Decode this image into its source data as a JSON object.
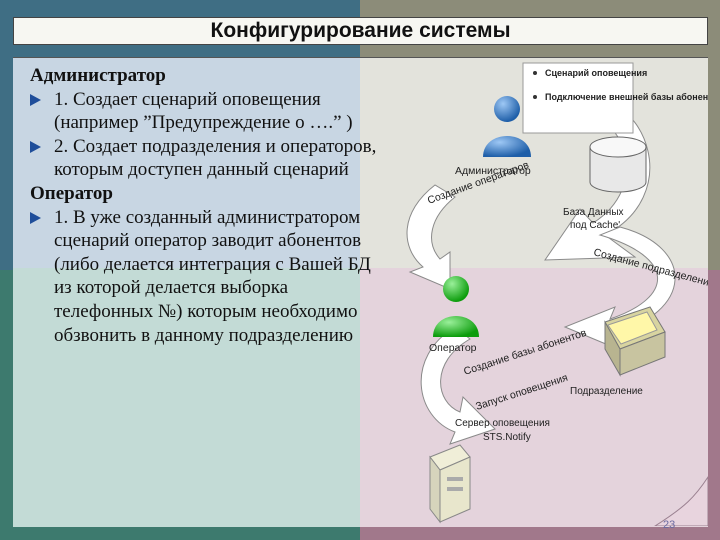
{
  "title": "Конфигурирование системы",
  "text": {
    "admin_heading": "Администратор",
    "admin_items": [
      "1. Создает сценарий оповещения (например ”Предупреждение о ….” )",
      "2. Создает подразделения и операторов, которым доступен данный сценарий"
    ],
    "operator_heading": "Оператор",
    "operator_items": [
      "1. В уже созданный администратором сценарий оператор заводит абонентов (либо делается интеграция с Вашей БД из которой делается выборка телефонных  №) которым необходимо обзвонить в данному подразделению"
    ]
  },
  "diagram": {
    "callout_items": [
      "Сценарий оповещения",
      "Подключение внешней базы абонентов"
    ],
    "admin_label": "Администратор",
    "db_label_line1": "База Данных",
    "db_label_line2": "под Cache'",
    "arrow_create_operators": "Создание операторов",
    "arrow_create_departments": "Создание подразделения",
    "operator_label": "Оператор",
    "arrow_create_db": "Создание базы абонентов",
    "arrow_start_alert": "Запуск оповещения",
    "department_label": "Подразделение",
    "server_label_line1": "Сервер оповещения",
    "server_label_line2": "STS.Notify"
  },
  "page_number": "23",
  "colors": {
    "admin_figure": "#2a6db5",
    "operator_figure": "#18b418",
    "bullet_arrow": "#1f4e9a"
  }
}
